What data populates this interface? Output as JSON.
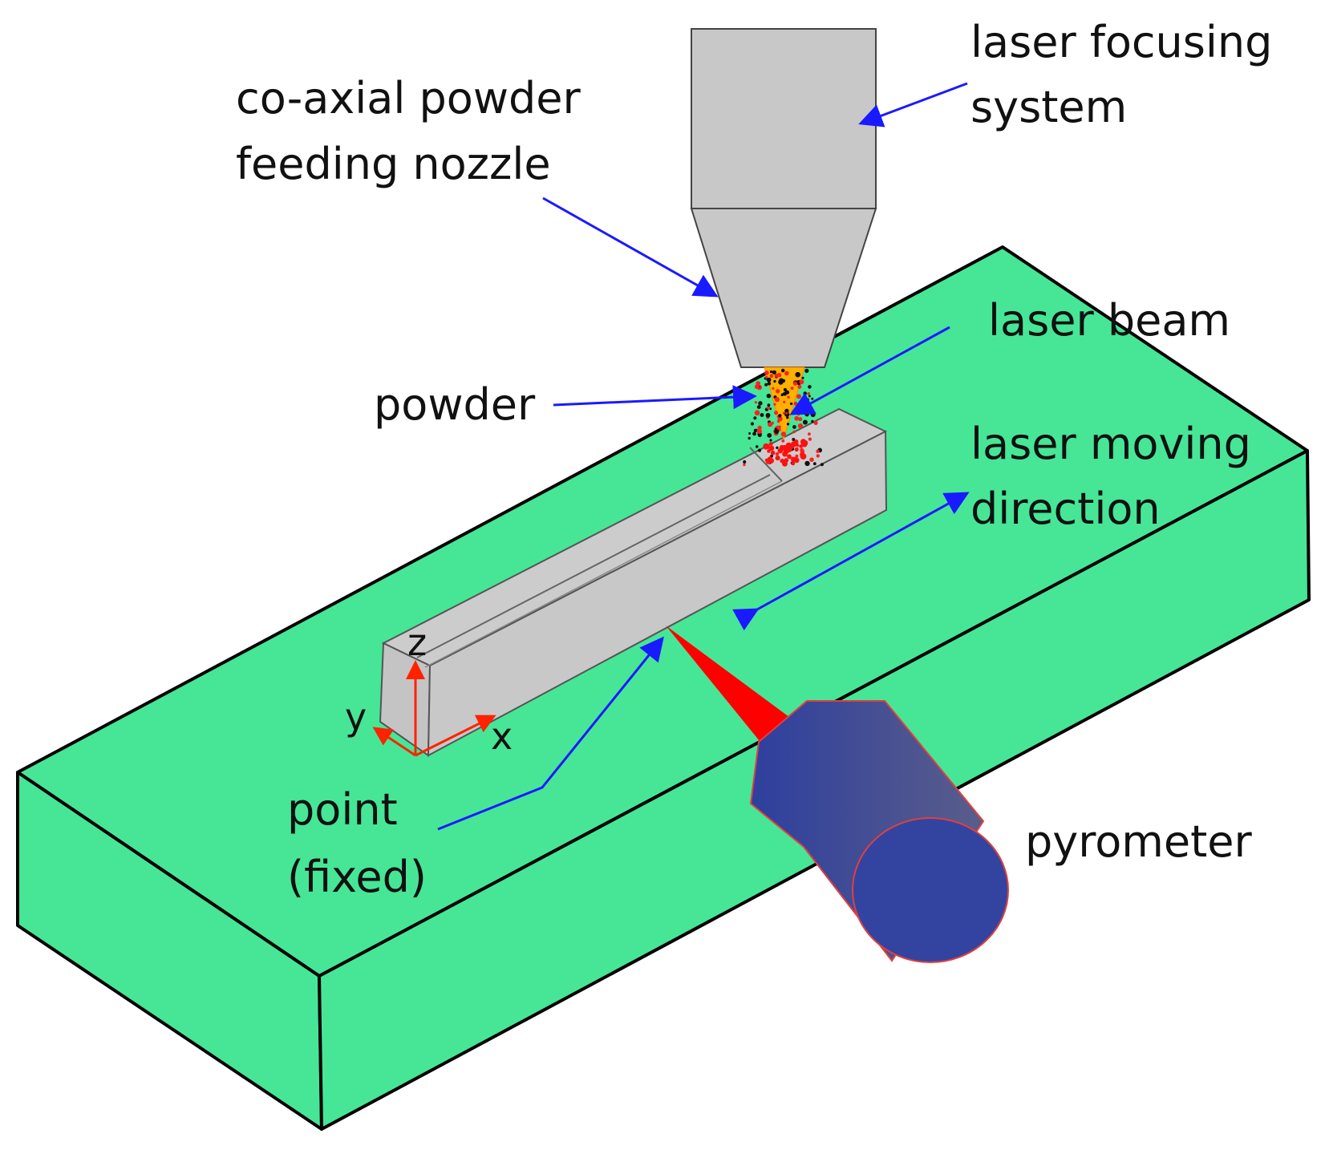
{
  "labels": {
    "laser_focusing_line1": "laser focusing",
    "laser_focusing_line2": "system",
    "nozzle_line1": "co-axial powder",
    "nozzle_line2": "feeding nozzle",
    "laser_beam": "laser beam",
    "powder": "powder",
    "moving_line1": "laser moving",
    "moving_line2": "direction",
    "point_line1": "point",
    "point_line2": "(fixed)",
    "pyrometer": "pyrometer"
  },
  "axes": {
    "x": "x",
    "y": "y",
    "z": "z"
  },
  "colors": {
    "substrate": "#46e696",
    "part": "#c8c8c8",
    "nozzle": "#c8c8c8",
    "pointer_arrow": "#1a1aff",
    "axis_arrow": "#ff2200",
    "laser_beam": "#ffb000",
    "pyrometer_body": "#3a4a9a",
    "pyrometer_sightline": "#ff0000"
  }
}
